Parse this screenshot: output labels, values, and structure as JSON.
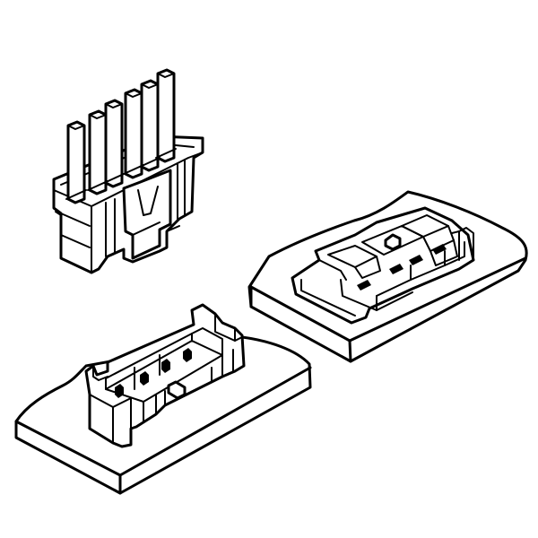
{
  "diagram": {
    "components": [
      {
        "id": "plug-housing",
        "pin_count": 6
      },
      {
        "id": "vertical-header",
        "pin_count": 4
      },
      {
        "id": "right-angle-header",
        "pin_count": 4
      }
    ],
    "colors": {
      "line": "#000000",
      "background": "#ffffff",
      "fill": "#ffffff"
    }
  }
}
